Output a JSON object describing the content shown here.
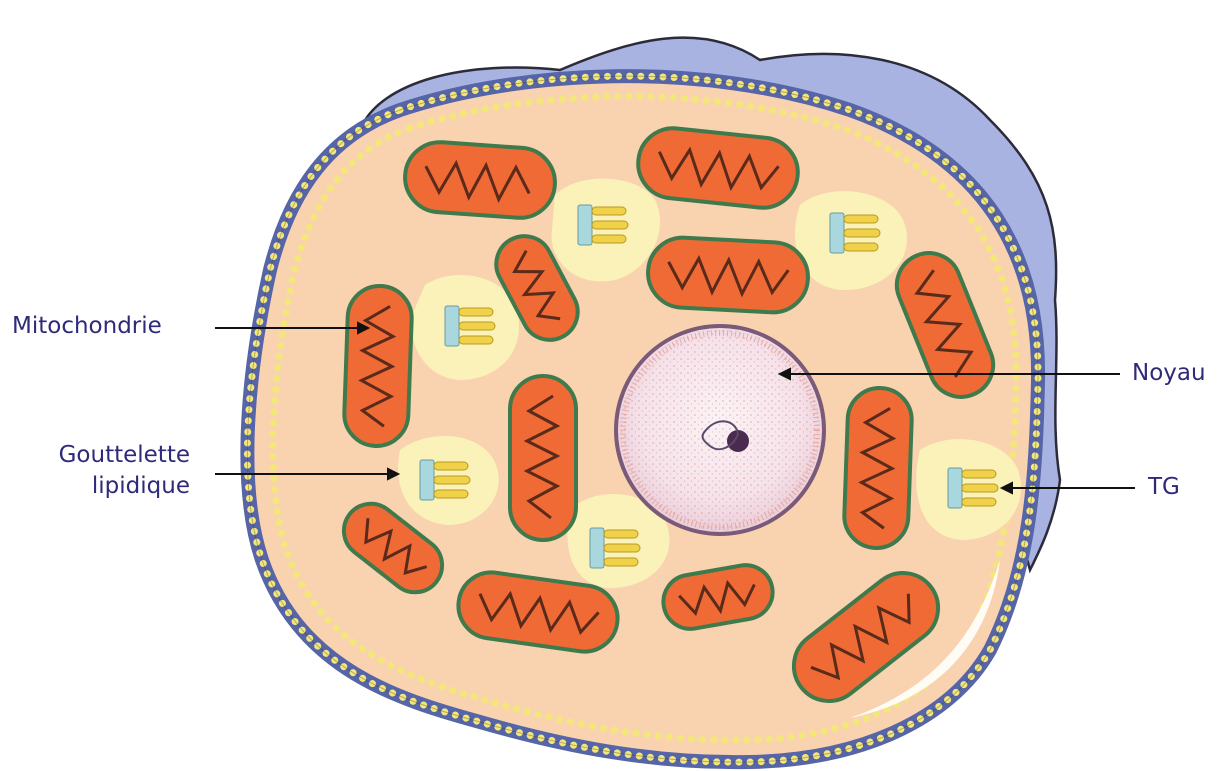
{
  "labels": {
    "mitochondrie": "Mitochondrie",
    "gouttelette_line1": "Gouttelette",
    "gouttelette_line2": "lipidique",
    "noyau": "Noyau",
    "tg": "TG"
  },
  "colors": {
    "label_text": "#2e2a7a",
    "cytoplasm": "#f9d3b0",
    "outer_layer": "#a9b3e1",
    "membrane_bead": "#f4e77a",
    "membrane_band": "#5664a8",
    "mitochondria": "#ef6a35",
    "mito_edge": "#3f7a4c",
    "lipid_droplet": "#fbf2b9",
    "tg_head": "#a8d8de",
    "tg_tail": "#f0d24a",
    "nucleus": "#f7eaf0",
    "nucleolus": "#4a2a4f"
  }
}
